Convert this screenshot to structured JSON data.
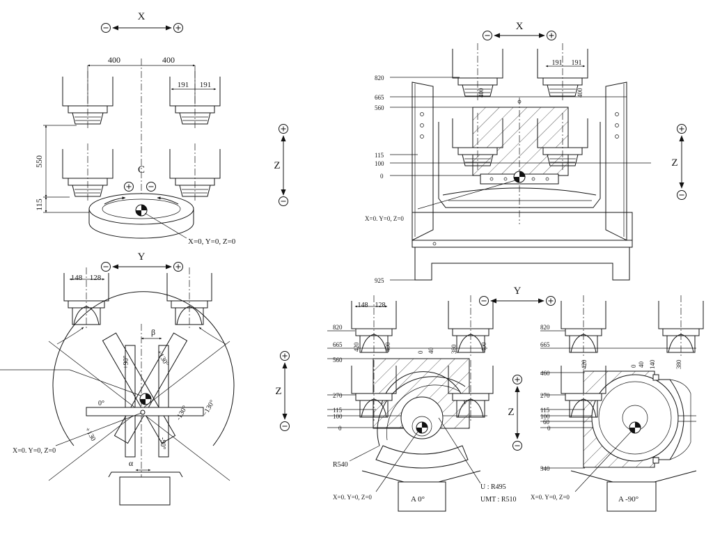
{
  "axes": {
    "x": "X",
    "y": "Y",
    "z": "Z",
    "c": "C",
    "beta": "β",
    "alpha": "α"
  },
  "dims": {
    "d400": "400",
    "d191": "191",
    "d550": "550",
    "d115": "115",
    "d148": "148",
    "d128": "128",
    "d820": "820",
    "d665": "665",
    "d560": "560",
    "d100": "100",
    "d0": "0",
    "d925": "925",
    "d420": "420",
    "d380": "380",
    "d40": "40",
    "d270": "270",
    "d460": "460",
    "d60": "60",
    "d340": "340",
    "d140": "140",
    "r540": "R540"
  },
  "angles": {
    "p90": "+90°",
    "p130": "+130°",
    "m130": "-130°",
    "n130": "−130°",
    "m90": "-90°",
    "zero": "0°",
    "m30": "+130"
  },
  "origin": {
    "main": "X=0, Y=0, Z=0",
    "alt": "X=0. Y=0, Z=0"
  },
  "notes": {
    "u": "U  : R495",
    "umt": "UMT  : R510",
    "a0": "A  0°",
    "am90": "A  -90°"
  },
  "symbols": {
    "plus": "+",
    "minus": "−"
  }
}
